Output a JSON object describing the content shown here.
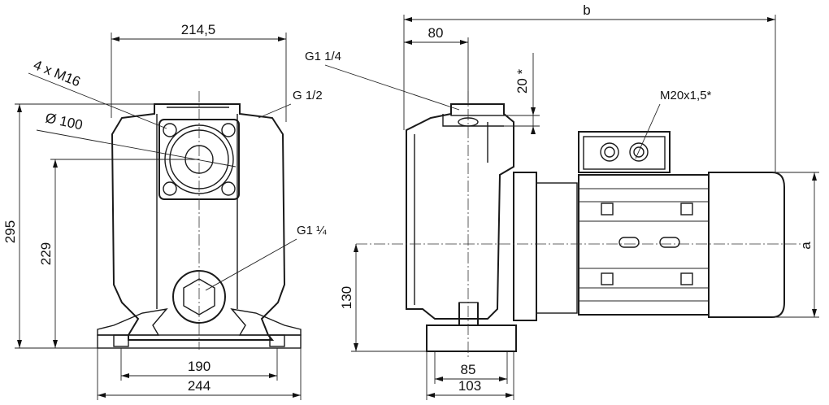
{
  "front_view": {
    "dim_top_width": "214,5",
    "dim_bolt_label": "4 x M16",
    "dim_diameter": "Ø 100",
    "dim_outlet_thread": "G 1/2",
    "dim_height_total": "295",
    "dim_height_center": "229",
    "dim_bottom_inner": "190",
    "dim_bottom_outer": "244",
    "dim_drain_thread": "G1 ¼"
  },
  "side_view": {
    "dim_overall_length": "b",
    "dim_top_offset": "80",
    "dim_top_vertical": "20 *",
    "dim_top_thread": "G1 1/4",
    "dim_cable_gland": "M20x1,5*",
    "dim_height_axis": "130",
    "dim_motor_height": "a",
    "dim_foot_inner": "85",
    "dim_foot_outer": "103"
  }
}
